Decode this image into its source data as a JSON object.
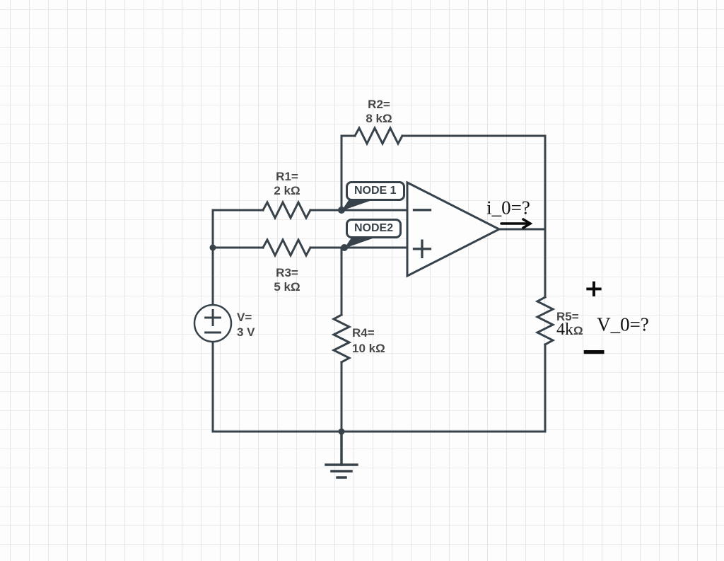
{
  "components": {
    "r1": {
      "label_line1": "R1=",
      "label_line2": "2 kΩ"
    },
    "r2": {
      "label_line1": "R2=",
      "label_line2": "8 kΩ"
    },
    "r3": {
      "label_line1": "R3=",
      "label_line2": "5 kΩ"
    },
    "r4": {
      "label_line1": "R4=",
      "label_line2": "10 kΩ"
    },
    "r5": {
      "label_line1": "R5=",
      "value_prefix": "4k",
      "value_unit": "Ω"
    },
    "vsource": {
      "label_line1": "V=",
      "label_line2": "3 V",
      "plus_sign": "+",
      "minus_sign": "−"
    }
  },
  "node_labels": {
    "node1": "NODE 1",
    "node2": "NODE2"
  },
  "opamp": {
    "inverting_sign": "−",
    "noninverting_sign": "+"
  },
  "annotations": {
    "output_current": "i_0=?",
    "output_voltage": "V_0=?",
    "voltage_plus": "+",
    "voltage_minus": "−"
  },
  "colors": {
    "wire": "#37424A",
    "label": "#474747",
    "annotation": "#111111",
    "grid": "#e6e6e6",
    "background": "#fdfdfd",
    "callout_fill": "#ffffff"
  }
}
